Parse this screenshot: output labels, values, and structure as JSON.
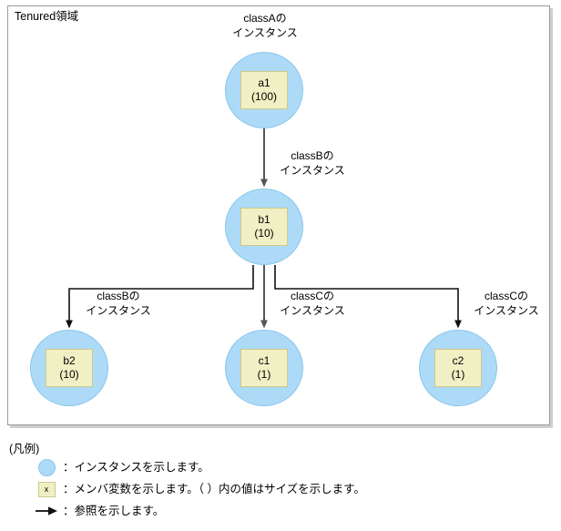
{
  "region": {
    "title": "Tenured領域"
  },
  "nodes": [
    {
      "id": "a1",
      "name": "a1",
      "size": "(100)",
      "label_line1": "classAの",
      "label_line2": "インスタンス"
    },
    {
      "id": "b1",
      "name": "b1",
      "size": "(10)",
      "label_line1": "classBの",
      "label_line2": "インスタンス"
    },
    {
      "id": "b2",
      "name": "b2",
      "size": "(10)",
      "label_line1": "classBの",
      "label_line2": "インスタンス"
    },
    {
      "id": "c1",
      "name": "c1",
      "size": "(1)",
      "label_line1": "classCの",
      "label_line2": "インスタンス"
    },
    {
      "id": "c2",
      "name": "c2",
      "size": "(1)",
      "label_line1": "classCの",
      "label_line2": "インスタンス"
    }
  ],
  "legend": {
    "title": "(凡例)",
    "rows": [
      {
        "icon": "instance-circle",
        "icon_text": "",
        "text": "：インスタンスを示します。"
      },
      {
        "icon": "member-square",
        "icon_text": "x",
        "text": "：メンバ変数を示します。（ ）内の値はサイズを示します。"
      },
      {
        "icon": "reference-arrow",
        "icon_text": "",
        "text": "：参照を示します。"
      }
    ]
  },
  "colors": {
    "instance_fill": "#addaf7",
    "instance_stroke": "#8cc6ea",
    "member_fill": "#f1f0c4",
    "member_stroke": "#cfc98a",
    "edge": "#555555",
    "edge_dark": "#000000",
    "box_border": "#9a9a9a"
  }
}
